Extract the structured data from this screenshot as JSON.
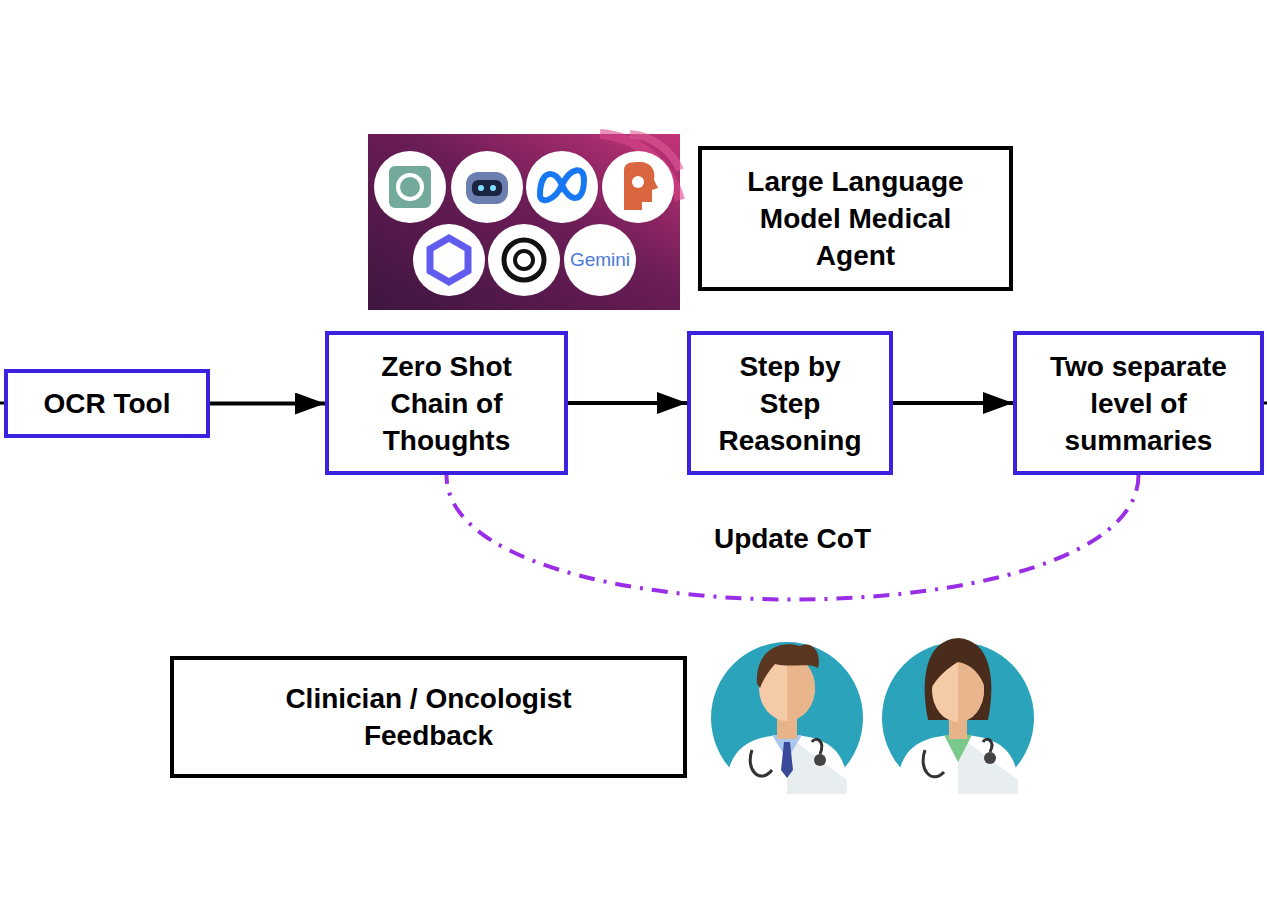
{
  "diagram": {
    "nodes": [
      {
        "text": [
          "Large Language Model Medical Agent"
        ]
      },
      {
        "text": [
          "OCR Tool"
        ]
      },
      {
        "text": [
          "Zero Shot Chain of Thoughts"
        ]
      },
      {
        "text": [
          "Step by Step Reasoning"
        ]
      },
      {
        "text": [
          "Two separate level of summaries"
        ]
      },
      {
        "text": [
          "Clinician / Oncologist Feedback"
        ]
      }
    ],
    "edges": [
      {
        "from": 1,
        "to": 2,
        "arrow": "to"
      },
      {
        "from": 2,
        "to": 3,
        "arrow": "to"
      },
      {
        "from": 3,
        "to": 4,
        "arrow": "to"
      },
      {
        "from": 4,
        "to": 2,
        "label": "Update CoT",
        "arrow": "none"
      }
    ],
    "labels": [
      "Gemini"
    ]
  }
}
